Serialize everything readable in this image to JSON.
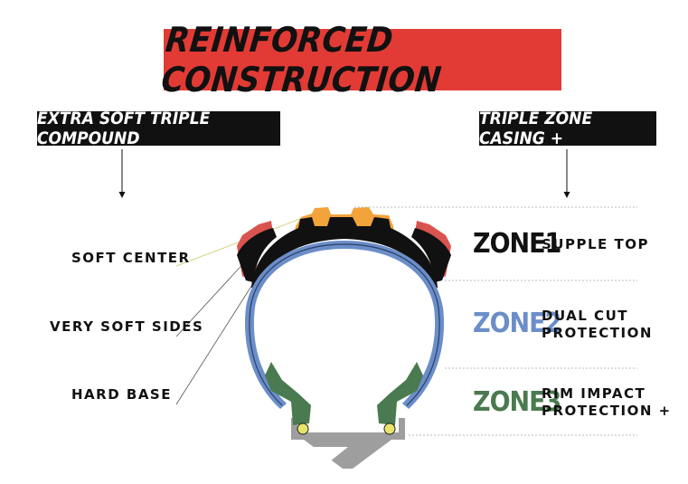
{
  "title": "REINFORCED CONSTRUCTION",
  "tags": {
    "left": "EXTRA SOFT TRIPLE COMPOUND",
    "right": "TRIPLE ZONE CASING +"
  },
  "compound_labels": {
    "soft_center": "SOFT CENTER",
    "very_soft_sides": "VERY SOFT SIDES",
    "hard_base": "HARD BASE"
  },
  "zones": [
    {
      "word": "ZONE1",
      "line1": "SUPPLE TOP",
      "line2": "",
      "color": "#111111"
    },
    {
      "word": "ZONE2",
      "line1": "DUAL CUT",
      "line2": "PROTECTION",
      "color": "#6b8ec9"
    },
    {
      "word": "ZONE3",
      "line1": "RIM IMPACT",
      "line2": "PROTECTION +",
      "color": "#4a7a4f"
    }
  ],
  "colors": {
    "banner": "#e23b35",
    "tread_center": "#f2a33a",
    "tread_sides": "#d9534f",
    "casing_blue": "#6b8ec9",
    "bead_green": "#4a7a4f",
    "bead_core": "#e8e36a",
    "rim": "#9e9e9e"
  }
}
